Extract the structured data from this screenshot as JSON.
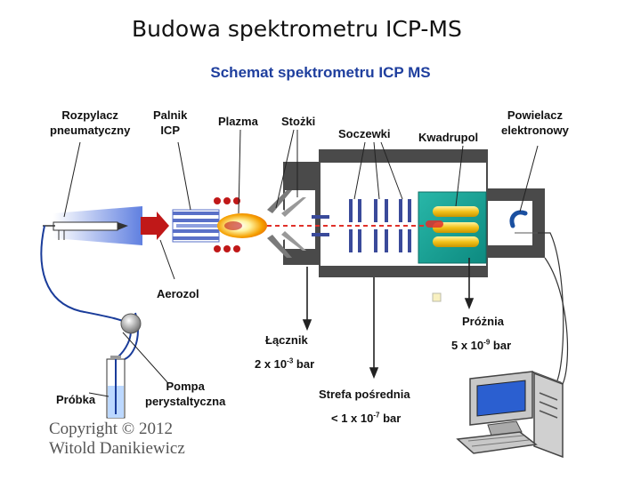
{
  "slide": {
    "title": "Budowa spektrometru ICP-MS"
  },
  "diagram": {
    "title": "Schemat spektrometru ICP MS",
    "labels": {
      "nebulizer_1": "Rozpylacz",
      "nebulizer_2": "pneumatyczny",
      "torch_1": "Palnik",
      "torch_2": "ICP",
      "plasma": "Plazma",
      "cones": "Stożki",
      "lenses": "Soczewki",
      "quadrupole": "Kwadrupol",
      "multiplier_1": "Powielacz",
      "multiplier_2": "elektronowy",
      "aerosol": "Aerozol",
      "interface": "Łącznik",
      "interface_pressure_base": "2 x 10",
      "interface_pressure_exp": "-3",
      "interface_pressure_unit": " bar",
      "vacuum": "Próżnia",
      "vacuum_pressure_base": "5 x 10",
      "vacuum_pressure_exp": "-9",
      "vacuum_pressure_unit": " bar",
      "intermediate": "Strefa pośrednia",
      "intermediate_pressure_base": "< 1 x 10",
      "intermediate_pressure_exp": "-7",
      "intermediate_pressure_unit": " bar",
      "sample": "Próbka",
      "pump_1": "Pompa",
      "pump_2": "perystaltyczna"
    },
    "colors": {
      "title": "#1f3f9e",
      "housing": "#4a4a4a",
      "quadrupole_box": "#1aa59a",
      "rods": "#f2c21a",
      "plasma": "#f5a000",
      "beam": "#e0302a",
      "detector": "#1a4fa0",
      "torch_tubes": "#5a70c8"
    }
  },
  "copyright": {
    "line1": "Copyright © 2012",
    "line2": "Witold Danikiewicz"
  }
}
